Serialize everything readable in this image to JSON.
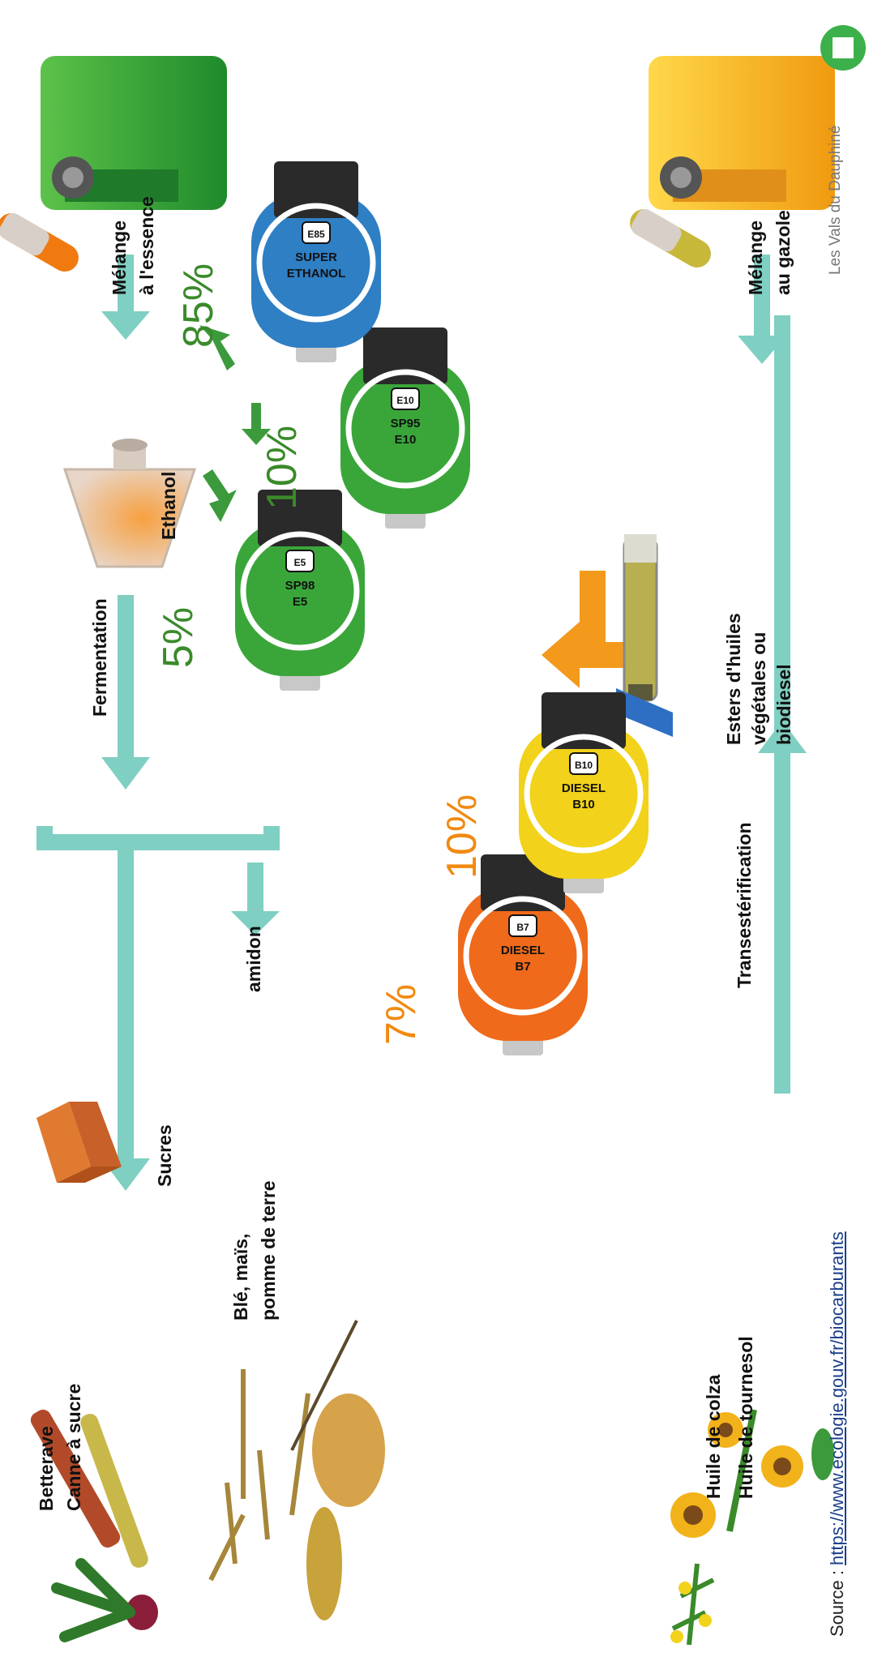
{
  "top": {
    "sources_sugar": [
      "Betterave",
      "Canne à sucre"
    ],
    "sources_starch": [
      "Blé, maïs,",
      "pomme de terre"
    ],
    "amidon": "amidon",
    "sucres": "Sucres",
    "fermentation": "Fermentation",
    "ethanol": "Ethanol",
    "melange_essence": [
      "Mélange",
      "à l'essence"
    ]
  },
  "bottom": {
    "sources_oil": [
      "Huile de colza",
      "Huile de tournesol"
    ],
    "transesterification": "Transestérification",
    "esters": [
      "Esters d'huiles",
      "végétales ou",
      "biodiesel"
    ],
    "melange_gazole": [
      "Mélange",
      "au gazole"
    ]
  },
  "pumps": [
    {
      "id": "e5",
      "percent": "5%",
      "badge": "E5",
      "lines": [
        "SP98",
        "E5"
      ],
      "color": "#3aa63a",
      "pct_color": "#3a8a2a"
    },
    {
      "id": "e10",
      "percent": "10%",
      "badge": "E10",
      "lines": [
        "SP95",
        "E10"
      ],
      "color": "#3aa63a",
      "pct_color": "#3a8a2a"
    },
    {
      "id": "e85",
      "percent": "85%",
      "badge": "E85",
      "lines": [
        "SUPER",
        "ETHANOL"
      ],
      "color": "#2e7fc4",
      "pct_color": "#3a8a2a"
    },
    {
      "id": "b7",
      "percent": "7%",
      "badge": "B7",
      "lines": [
        "DIESEL",
        "B7"
      ],
      "color": "#ef6a1a",
      "pct_color": "#f08a10"
    },
    {
      "id": "b10",
      "percent": "10%",
      "badge": "B10",
      "lines": [
        "DIESEL",
        "B10"
      ],
      "color": "#f2d21a",
      "pct_color": "#f08a10"
    }
  ],
  "source": {
    "prefix": "Source : ",
    "url": "https://www.ecologie.gouv.fr/biocarburants"
  },
  "logo": {
    "text": "Les Vals du Dauphiné"
  },
  "colors": {
    "arrow": "#7fcfc2",
    "arrow_dark": "#3c9a3c",
    "arrow_orange": "#f39a1c"
  }
}
